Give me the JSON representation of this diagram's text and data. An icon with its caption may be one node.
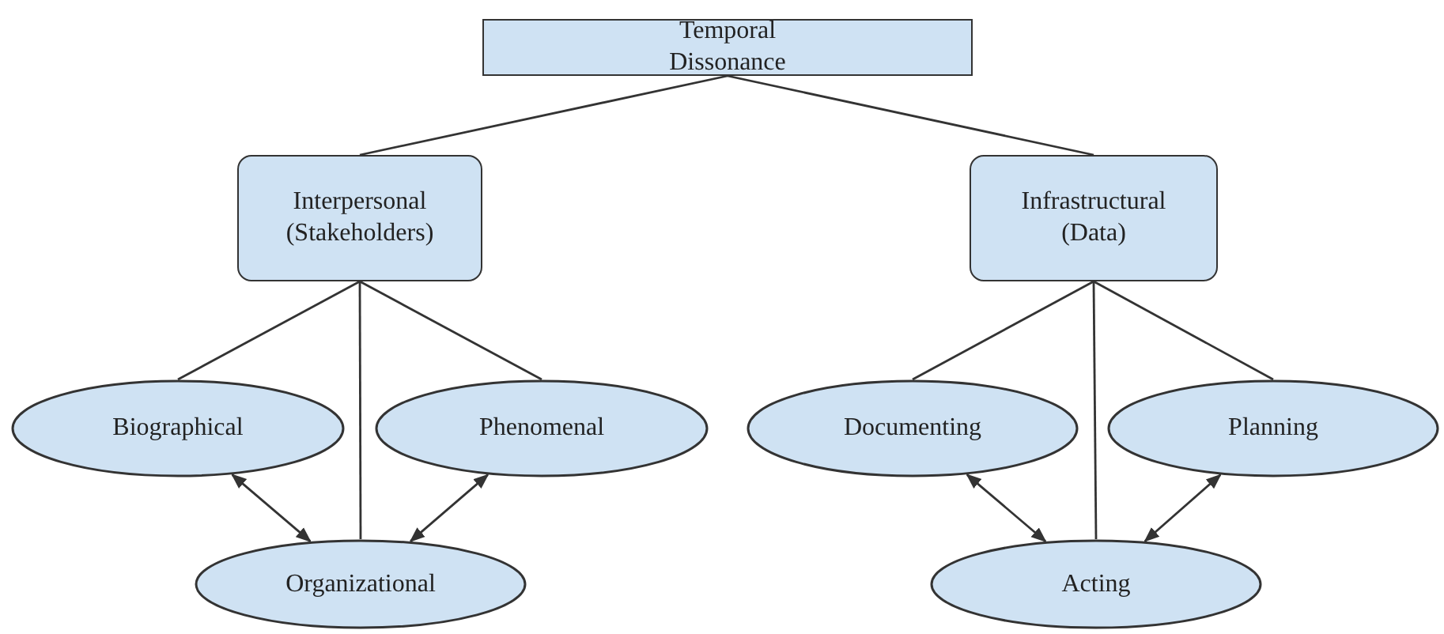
{
  "diagram": {
    "nodes": [
      {
        "text": [
          "Temporal Dissonance"
        ]
      },
      {
        "text": [
          "Interpersonal (Stakeholders)"
        ]
      },
      {
        "text": [
          "Infrastructural (Data)"
        ]
      },
      {
        "text": [
          "Biographical"
        ]
      },
      {
        "text": [
          "Phenomenal"
        ]
      },
      {
        "text": [
          "Organizational"
        ]
      },
      {
        "text": [
          "Documenting"
        ]
      },
      {
        "text": [
          "Planning"
        ]
      },
      {
        "text": [
          "Acting"
        ]
      }
    ],
    "edges": [
      {
        "from": 0,
        "to": 1,
        "arrow": "none"
      },
      {
        "from": 0,
        "to": 2,
        "arrow": "none"
      },
      {
        "from": 1,
        "to": 3,
        "arrow": "none"
      },
      {
        "from": 1,
        "to": 5,
        "arrow": "none"
      },
      {
        "from": 1,
        "to": 4,
        "arrow": "none"
      },
      {
        "from": 3,
        "to": 5,
        "arrow": "both"
      },
      {
        "from": 4,
        "to": 5,
        "arrow": "both"
      },
      {
        "from": 2,
        "to": 6,
        "arrow": "none"
      },
      {
        "from": 2,
        "to": 8,
        "arrow": "none"
      },
      {
        "from": 2,
        "to": 7,
        "arrow": "none"
      },
      {
        "from": 6,
        "to": 8,
        "arrow": "both"
      },
      {
        "from": 7,
        "to": 8,
        "arrow": "both"
      }
    ]
  }
}
